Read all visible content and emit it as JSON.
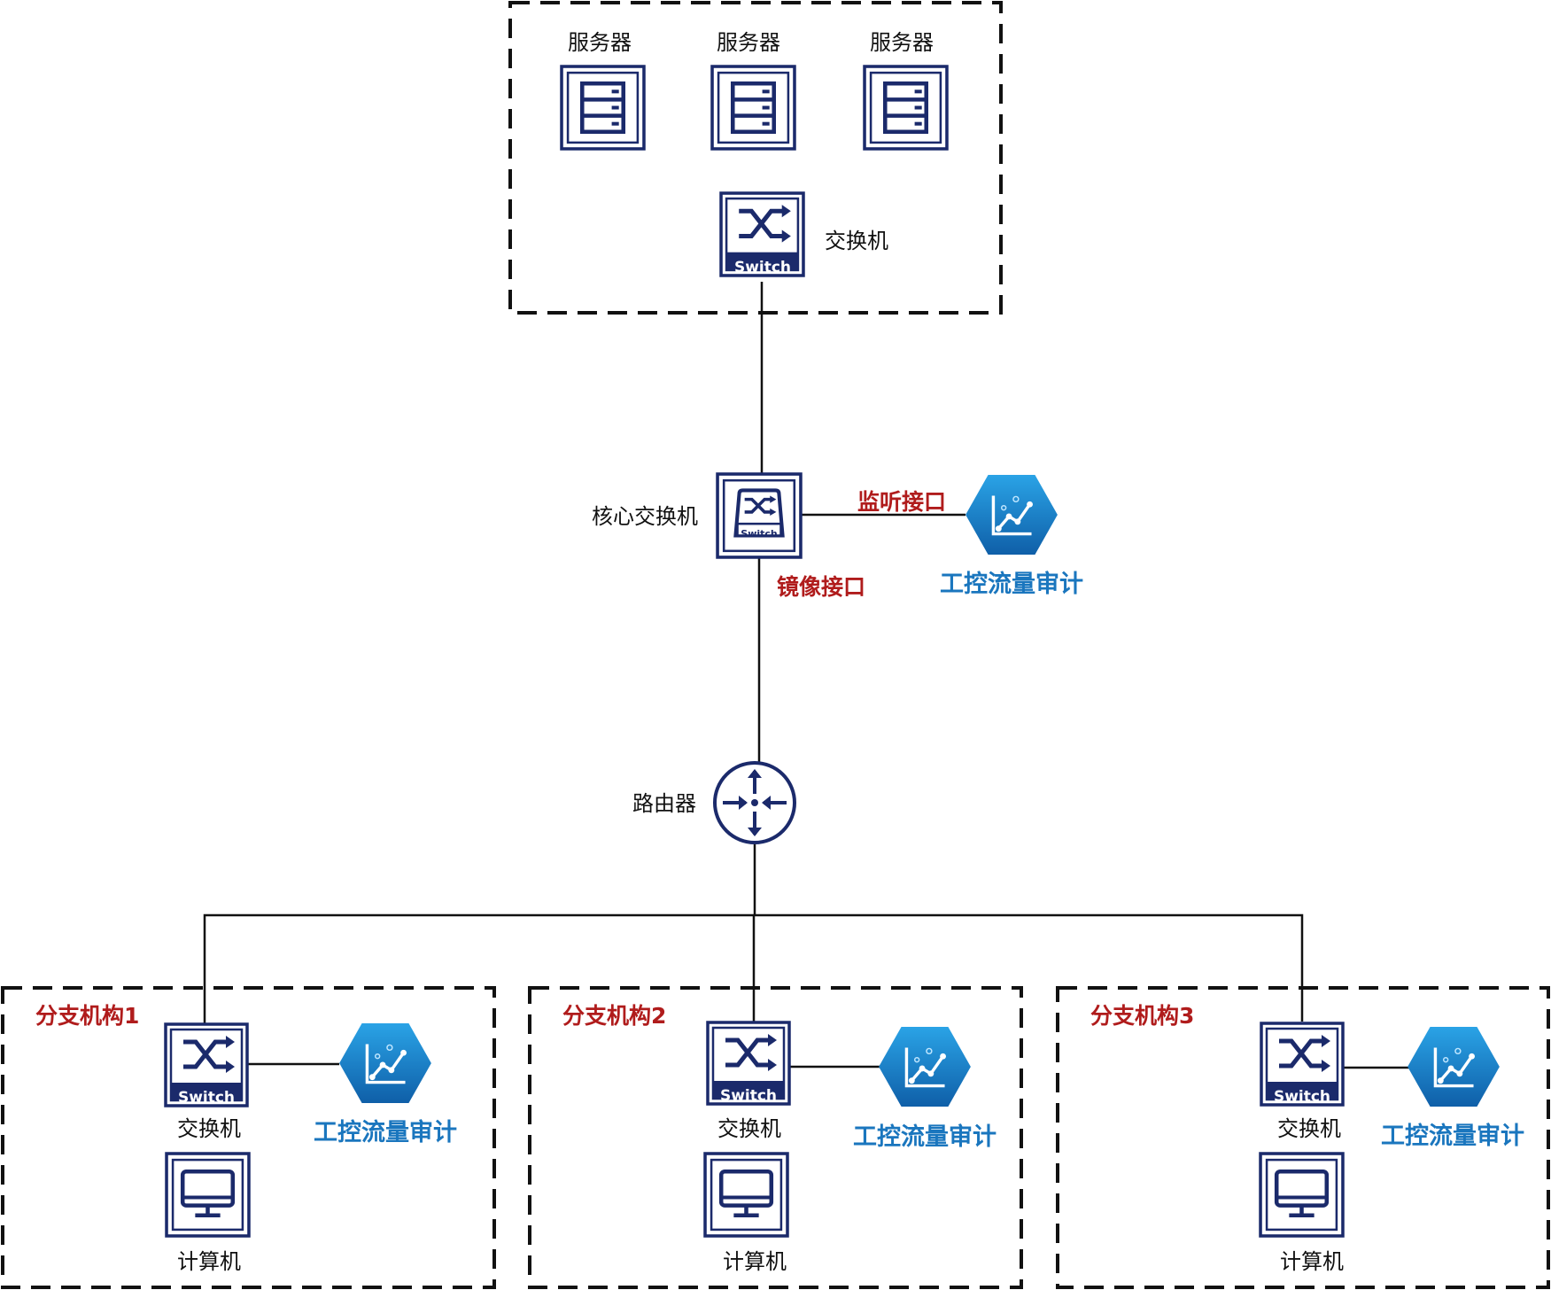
{
  "colors": {
    "device": "#1b2a6b",
    "line": "#111111",
    "red": "#b01c1c",
    "blue": "#1a76be",
    "hex_light": "#2aa3e6",
    "hex_dark": "#0f5fa8"
  },
  "datacenter": {
    "servers": [
      {
        "label": "服务器",
        "icon": "server-icon"
      },
      {
        "label": "服务器",
        "icon": "server-icon"
      },
      {
        "label": "服务器",
        "icon": "server-icon"
      }
    ],
    "switch": {
      "label": "交换机",
      "badge": "Switch",
      "icon": "switch-icon"
    }
  },
  "core": {
    "switch": {
      "label": "核心交换机",
      "badge": "Switch",
      "icon": "core-switch-icon"
    },
    "listen_port": "监听接口",
    "mirror_port": "镜像接口",
    "audit": {
      "label": "工控流量审计",
      "icon": "traffic-audit-icon"
    }
  },
  "router": {
    "label": "路由器",
    "icon": "router-icon"
  },
  "branches": [
    {
      "title": "分支机构1",
      "switch_label": "交换机",
      "switch_badge": "Switch",
      "audit_label": "工控流量审计",
      "computer_label": "计算机"
    },
    {
      "title": "分支机构2",
      "switch_label": "交换机",
      "switch_badge": "Switch",
      "audit_label": "工控流量审计",
      "computer_label": "计算机"
    },
    {
      "title": "分支机构3",
      "switch_label": "交换机",
      "switch_badge": "Switch",
      "audit_label": "工控流量审计",
      "computer_label": "计算机"
    }
  ]
}
